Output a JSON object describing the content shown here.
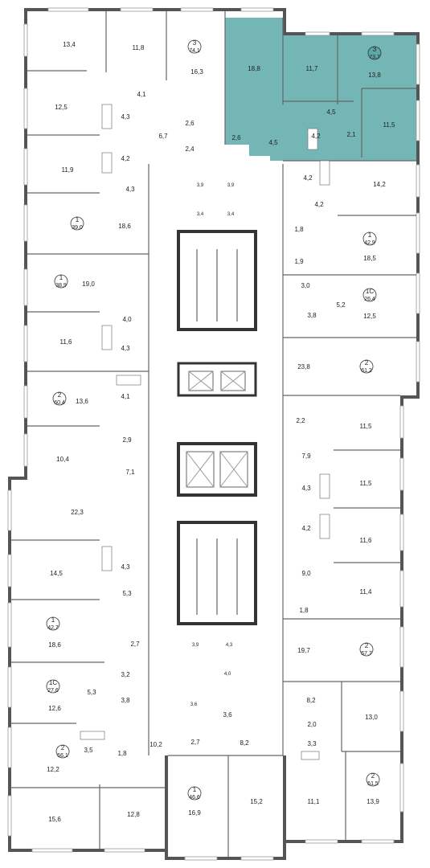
{
  "highlight_color": "#5aa9a8",
  "apartments": [
    {
      "id": "a1",
      "rooms": "3",
      "total": "74,1"
    },
    {
      "id": "a2",
      "rooms": "3",
      "total": "73,7"
    },
    {
      "id": "a3",
      "rooms": "1",
      "total": "39,0"
    },
    {
      "id": "a4",
      "rooms": "1",
      "total": "38,9"
    },
    {
      "id": "a5",
      "rooms": "2",
      "total": "60,4"
    },
    {
      "id": "a6",
      "rooms": "1",
      "total": "42,7"
    },
    {
      "id": "a7",
      "rooms": "1С",
      "total": "27,6"
    },
    {
      "id": "a8",
      "rooms": "2",
      "total": "56,1"
    },
    {
      "id": "a9",
      "rooms": "1",
      "total": "46,6"
    },
    {
      "id": "a10",
      "rooms": "2",
      "total": "51,5"
    },
    {
      "id": "a11",
      "rooms": "2",
      "total": "57,7"
    },
    {
      "id": "a12",
      "rooms": "2",
      "total": "61,2"
    },
    {
      "id": "a13",
      "rooms": "1С",
      "total": "26,4"
    },
    {
      "id": "a14",
      "rooms": "1",
      "total": "42,9"
    }
  ],
  "rooms": [
    "13,4",
    "11,8",
    "16,3",
    "18,8",
    "11,7",
    "13,8",
    "11,5",
    "4,5",
    "4,5",
    "4,2",
    "2,1",
    "4,1",
    "12,5",
    "4,3",
    "4,2",
    "6,7",
    "2,6",
    "2,4",
    "2,6",
    "11,9",
    "4,3",
    "18,6",
    "3,9",
    "3,9",
    "3,4",
    "3,4",
    "4,2",
    "14,2",
    "4,2",
    "1,8",
    "18,5",
    "1,9",
    "19,0",
    "4,0",
    "11,6",
    "4,3",
    "3,0",
    "5,2",
    "3,8",
    "12,5",
    "23,8",
    "13,6",
    "4,1",
    "2,9",
    "10,4",
    "7,1",
    "2,2",
    "7,9",
    "11,5",
    "11,5",
    "22,3",
    "4,3",
    "4,2",
    "11,6",
    "14,5",
    "4,3",
    "5,3",
    "9,0",
    "11,4",
    "1,8",
    "18,6",
    "2,7",
    "19,7",
    "3,2",
    "5,3",
    "3,8",
    "3,9",
    "4,3",
    "4,0",
    "12,6",
    "8,2",
    "13,0",
    "3,6",
    "3,6",
    "2,0",
    "3,3",
    "3,5",
    "1,8",
    "10,2",
    "2,7",
    "8,2",
    "12,2",
    "11,1",
    "13,9",
    "15,6",
    "12,8",
    "16,9",
    "15,2"
  ]
}
